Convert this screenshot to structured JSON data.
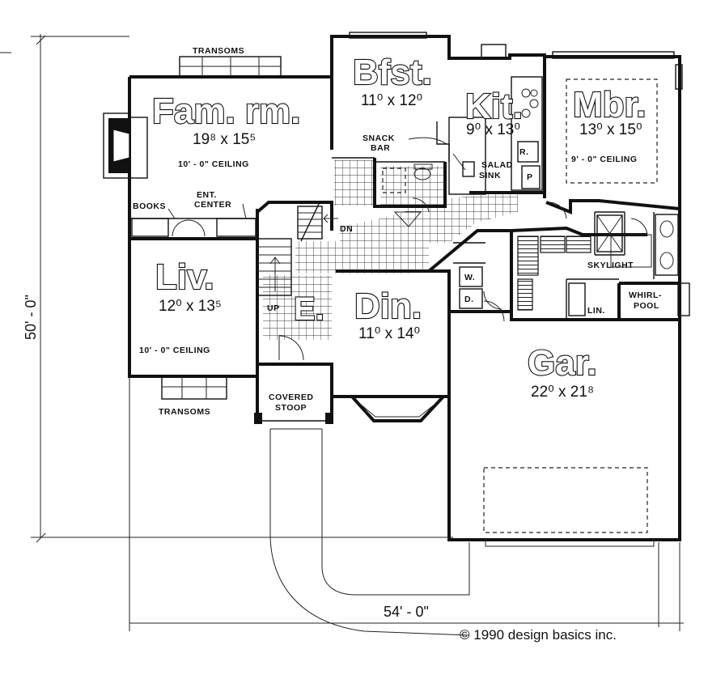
{
  "plan": {
    "rooms": {
      "fam_rm": {
        "name": "Fam. rm.",
        "size": "19⁸ x 15⁵",
        "ceiling": "10' - 0\" CEILING"
      },
      "bfst": {
        "name": "Bfst.",
        "size": "11⁰ x 12⁰"
      },
      "kit": {
        "name": "Kit.",
        "size": "9⁰ x 13⁰"
      },
      "mbr": {
        "name": "Mbr.",
        "size": "13⁰ x 15⁰",
        "ceiling": "9' - 0\" CEILING"
      },
      "liv": {
        "name": "Liv.",
        "size": "12⁰ x 13⁵",
        "ceiling": "10' - 0\" CEILING"
      },
      "entry": {
        "name": "E."
      },
      "din": {
        "name": "Din.",
        "size": "11⁰ x 14⁰"
      },
      "gar": {
        "name": "Gar.",
        "size": "22⁰ x 21⁸"
      }
    },
    "labels": {
      "transoms_top": "TRANSOMS",
      "transoms_bottom": "TRANSOMS",
      "snack_bar": "SNACK\nBAR",
      "snack": "SNACK",
      "bar": "BAR",
      "salad": "SALAD",
      "sink": "SINK",
      "r": "R.",
      "p": "P",
      "books": "BOOKS",
      "ent": "ENT.",
      "center": "CENTER",
      "dn": "DN",
      "up": "UP",
      "w": "W.",
      "d": "D.",
      "skylight": "SKYLIGHT",
      "lin": "LIN.",
      "whirl": "WHIRL-",
      "pool": "POOL",
      "covered": "COVERED",
      "stoop": "STOOP"
    },
    "dimensions": {
      "depth": "50' - 0\"",
      "width": "54' - 0\""
    },
    "copyright": "© 1990 design basics inc."
  }
}
